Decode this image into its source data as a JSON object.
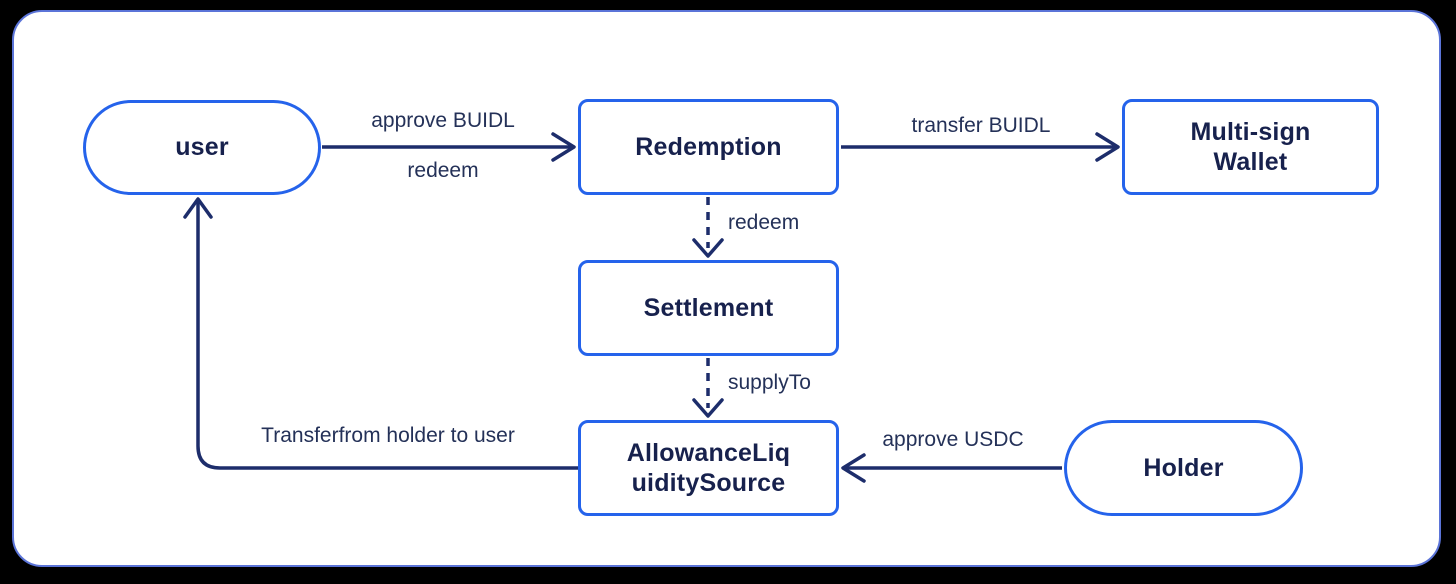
{
  "diagram": {
    "type": "flowchart",
    "colors": {
      "outer_background": "#000000",
      "panel_background": "#ffffff",
      "panel_border": "#5b74d8",
      "node_border": "#2563eb",
      "node_text": "#17214d",
      "edge_stroke": "#1d2d6b",
      "edge_label_text": "#243158"
    },
    "nodes": [
      {
        "id": "user",
        "shape": "stadium",
        "label": "user",
        "line1": "user"
      },
      {
        "id": "redemption",
        "shape": "rect",
        "label": "Redemption",
        "line1": "Redemption"
      },
      {
        "id": "multi-sign-wallet",
        "shape": "rect",
        "label": "Multi-sign Wallet",
        "line1": "Multi-sign",
        "line2": "Wallet"
      },
      {
        "id": "settlement",
        "shape": "rect",
        "label": "Settlement",
        "line1": "Settlement"
      },
      {
        "id": "allowance-liquidity-source",
        "shape": "rect",
        "label": "AllowanceLiquiditySource",
        "line1": "AllowanceLiq",
        "line2": "uiditySource"
      },
      {
        "id": "holder",
        "shape": "stadium",
        "label": "Holder",
        "line1": "Holder"
      }
    ],
    "edges": [
      {
        "from": "user",
        "to": "redemption",
        "style": "solid",
        "direction": "right",
        "label_top": "approve BUIDL",
        "label_bottom": "redeem"
      },
      {
        "from": "redemption",
        "to": "multi-sign-wallet",
        "style": "solid",
        "direction": "right",
        "label": "transfer BUIDL"
      },
      {
        "from": "redemption",
        "to": "settlement",
        "style": "dashed",
        "direction": "down",
        "label": "redeem"
      },
      {
        "from": "settlement",
        "to": "allowance-liquidity-source",
        "style": "dashed",
        "direction": "down",
        "label": "supplyTo"
      },
      {
        "from": "holder",
        "to": "allowance-liquidity-source",
        "style": "solid",
        "direction": "left",
        "label": "approve USDC"
      },
      {
        "from": "allowance-liquidity-source",
        "to": "user",
        "style": "solid",
        "direction": "left-then-up",
        "label": "Transferfrom holder to user"
      }
    ]
  }
}
